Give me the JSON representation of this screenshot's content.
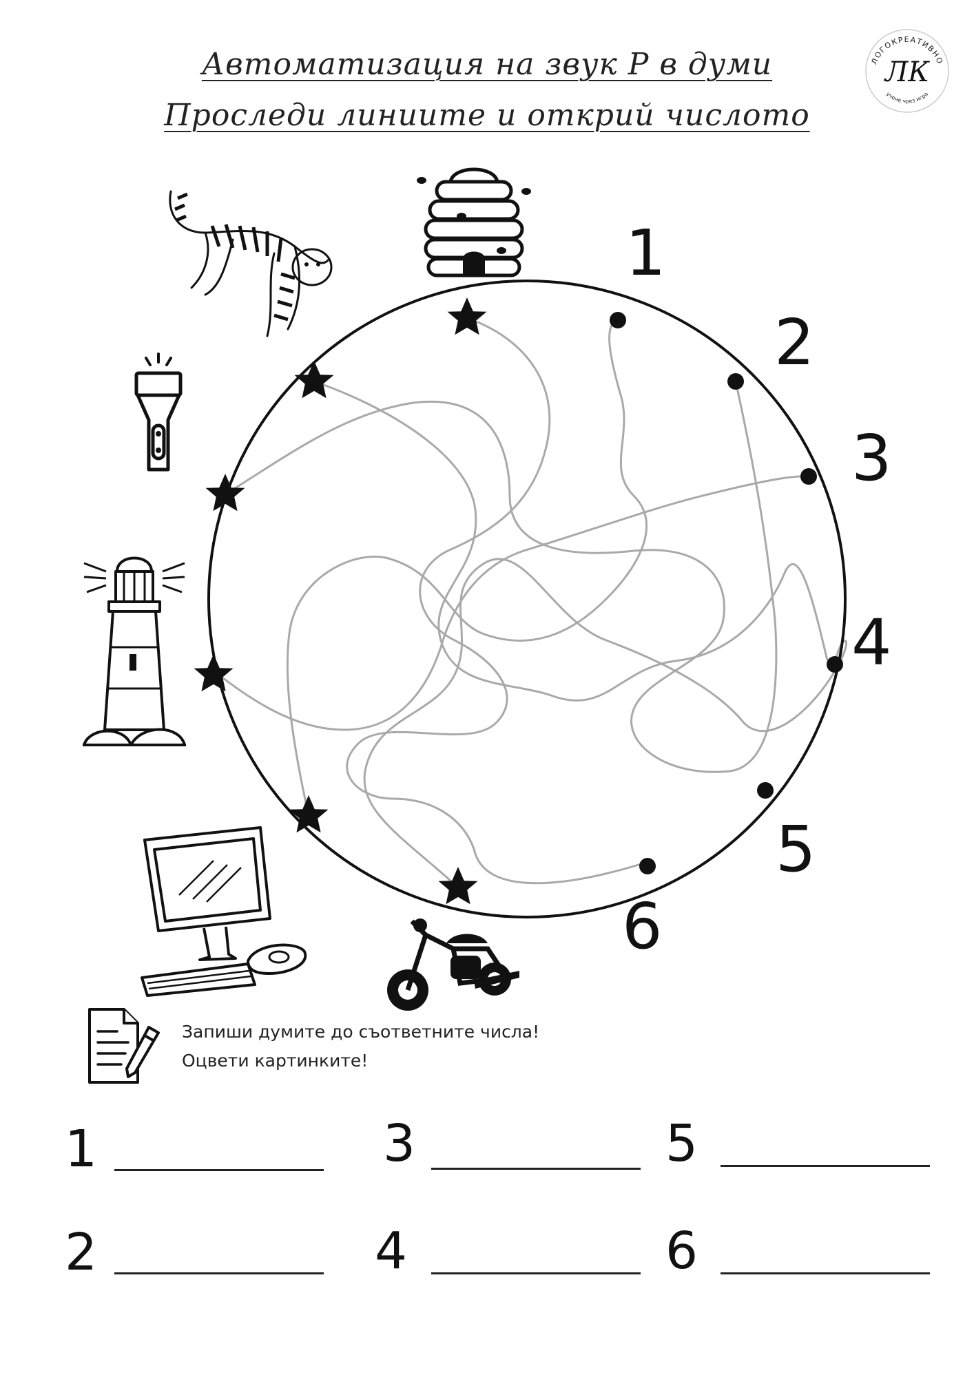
{
  "title_line1": "Автоматизация на звук Р в думи",
  "title_line2": "Проследи линиите и открий числото",
  "logo": {
    "brand": "ЛОГОКРЕАТИВНО",
    "monogram": "ЛК",
    "tagline": "учене чрез игра"
  },
  "pictures": [
    "tiger-icon",
    "beehive-icon",
    "flashlight-icon",
    "lighthouse-icon",
    "computer-icon",
    "motorcycle-icon"
  ],
  "circle_numbers": [
    "1",
    "2",
    "3",
    "4",
    "5",
    "6"
  ],
  "instructions": {
    "line1": "Запиши думите до съответните числа!",
    "line2": "Оцвети картинките!"
  },
  "answers": [
    {
      "num": "1"
    },
    {
      "num": "2"
    },
    {
      "num": "3"
    },
    {
      "num": "4"
    },
    {
      "num": "5"
    },
    {
      "num": "6"
    }
  ],
  "colors": {
    "ink": "#111111",
    "maze_line": "#a9a9a9",
    "background": "#ffffff"
  }
}
